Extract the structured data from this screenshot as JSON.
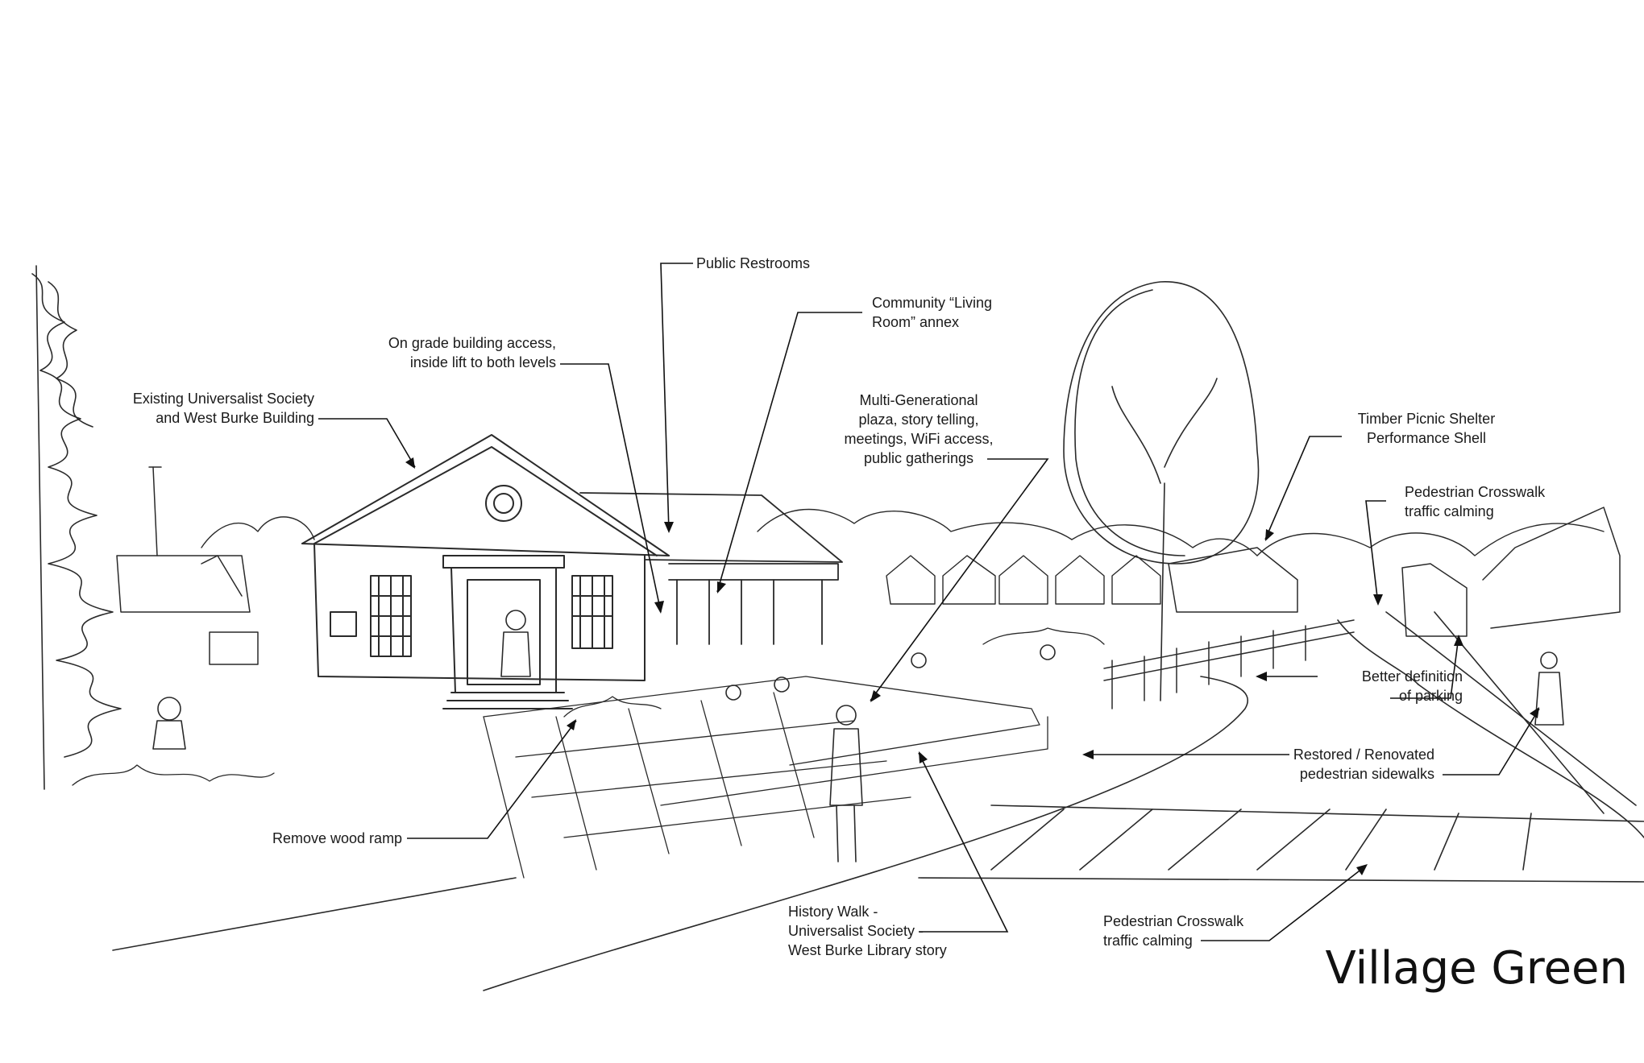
{
  "title": "Village Green",
  "annotations": [
    {
      "id": "existing-building",
      "lines": [
        "Existing Universalist Society",
        "and West Burke Building"
      ]
    },
    {
      "id": "on-grade-access",
      "lines": [
        "On grade building access,",
        "inside lift to both levels"
      ]
    },
    {
      "id": "public-restrooms",
      "lines": [
        "Public Restrooms"
      ]
    },
    {
      "id": "living-room-annex",
      "lines": [
        "Community “Living",
        "Room” annex"
      ]
    },
    {
      "id": "multi-gen-plaza",
      "lines": [
        "Multi-Generational",
        "plaza, story telling,",
        "meetings, WiFi access,",
        "public gatherings"
      ]
    },
    {
      "id": "timber-shelter",
      "lines": [
        "Timber Picnic Shelter",
        "Performance Shell"
      ]
    },
    {
      "id": "crosswalk-top",
      "lines": [
        "Pedestrian Crosswalk",
        "traffic calming"
      ]
    },
    {
      "id": "parking",
      "lines": [
        "Better definition",
        "of parking"
      ]
    },
    {
      "id": "sidewalks",
      "lines": [
        "Restored / Renovated",
        "pedestrian sidewalks"
      ]
    },
    {
      "id": "wood-ramp",
      "lines": [
        "Remove wood ramp"
      ]
    },
    {
      "id": "history-walk",
      "lines": [
        "History Walk -",
        "Universalist Society -",
        "West Burke Library story"
      ]
    },
    {
      "id": "crosswalk-bottom",
      "lines": [
        "Pedestrian Crosswalk",
        "traffic calming"
      ]
    }
  ]
}
